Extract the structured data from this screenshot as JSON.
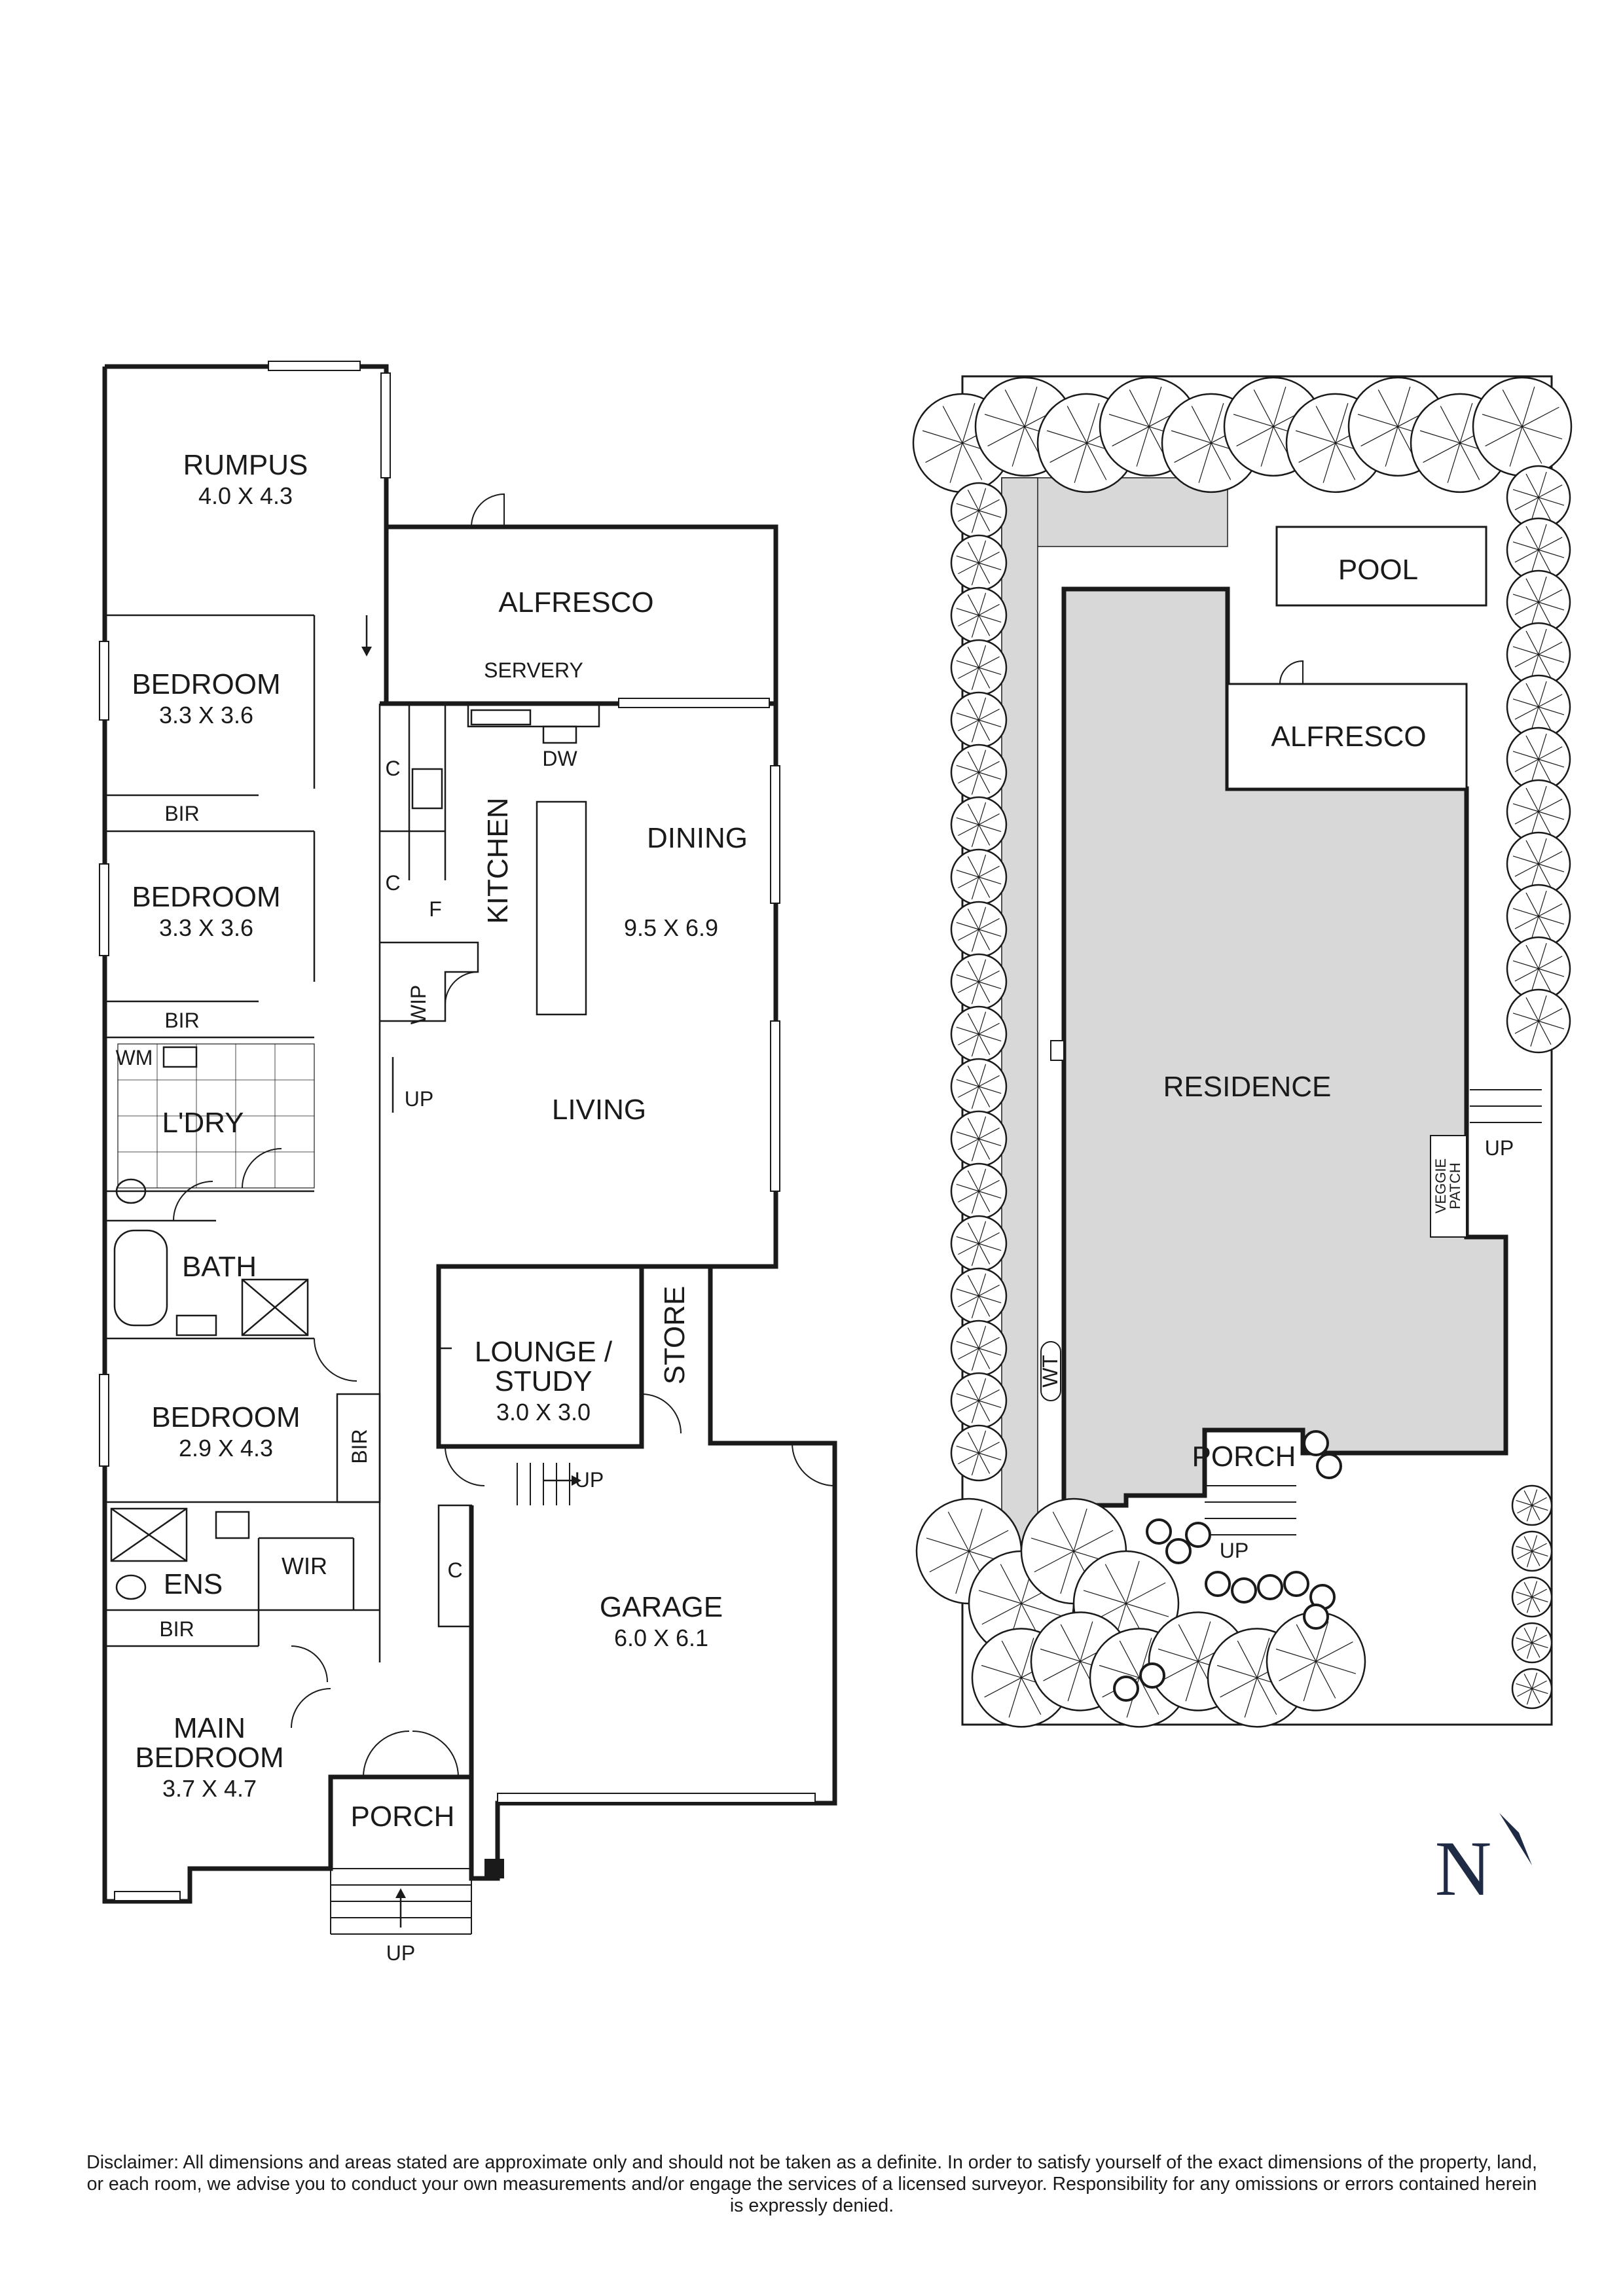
{
  "floorplan": {
    "rooms": {
      "rumpus": {
        "name": "RUMPUS",
        "dims": "4.0 X 4.3"
      },
      "alfresco": {
        "name": "ALFRESCO"
      },
      "servery": {
        "name": "SERVERY"
      },
      "dw": {
        "name": "DW"
      },
      "bedroom1": {
        "name": "BEDROOM",
        "dims": "3.3 X 3.6"
      },
      "bir1": {
        "name": "BIR"
      },
      "bedroom2": {
        "name": "BEDROOM",
        "dims": "3.3 X 3.6"
      },
      "bir2": {
        "name": "BIR"
      },
      "kitchen": {
        "name": "KITCHEN"
      },
      "dining": {
        "name": "DINING"
      },
      "living_dims": {
        "dims": "9.5 X 6.9"
      },
      "living": {
        "name": "LIVING"
      },
      "c1": {
        "name": "C"
      },
      "c2": {
        "name": "C"
      },
      "f": {
        "name": "F"
      },
      "wip": {
        "name": "WIP"
      },
      "wm": {
        "name": "WM"
      },
      "ldry": {
        "name": "L'DRY"
      },
      "bath": {
        "name": "BATH"
      },
      "lounge": {
        "name1": "LOUNGE /",
        "name2": "STUDY",
        "dims": "3.0 X 3.0"
      },
      "store": {
        "name": "STORE"
      },
      "bedroom3": {
        "name": "BEDROOM",
        "dims": "2.9 X 4.3"
      },
      "bir3": {
        "name": "BIR"
      },
      "ens": {
        "name": "ENS"
      },
      "wir": {
        "name": "WIR"
      },
      "bir4": {
        "name": "BIR"
      },
      "c3": {
        "name": "C"
      },
      "garage": {
        "name": "GARAGE",
        "dims": "6.0 X 6.1"
      },
      "main_bedroom": {
        "name1": "MAIN",
        "name2": "BEDROOM",
        "dims": "3.7 X 4.7"
      },
      "porch": {
        "name": "PORCH"
      }
    },
    "up_labels": [
      "UP",
      "UP",
      "UP"
    ]
  },
  "siteplan": {
    "pool": "POOL",
    "alfresco": "ALFRESCO",
    "residence": "RESIDENCE",
    "veggie1": "VEGGIE",
    "veggie2": "PATCH",
    "up1": "UP",
    "up2": "UP",
    "wt": "WT",
    "porch": "PORCH"
  },
  "north": "N",
  "disclaimer": "Disclaimer: All dimensions and areas stated are approximate only and should not be taken as a definite. In order to satisfy yourself of the exact dimensions of the property, land, or each room, we advise you to conduct your own measurements and/or engage the services of a licensed surveyor. Responsibility for any omissions or errors contained herein is expressly denied.",
  "colors": {
    "ink": "#1a1a1a",
    "site_fill": "#d8d8d8",
    "north_arrow": "#1f2a44"
  }
}
